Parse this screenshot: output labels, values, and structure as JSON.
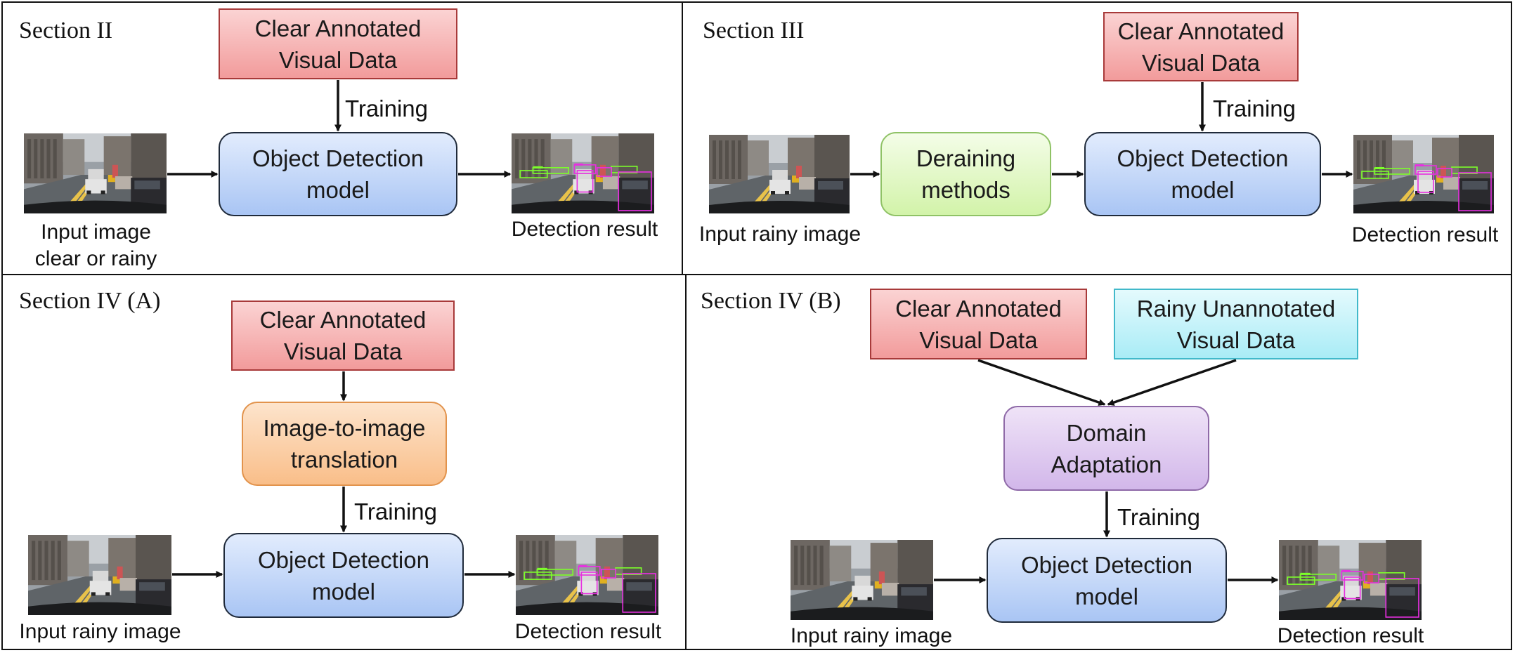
{
  "sections": {
    "s2": {
      "label": "Section II",
      "clear_data": "Clear Annotated\nVisual Data",
      "training": "Training",
      "detector": "Object Detection\nmodel",
      "input_caption": "Input image\nclear or rainy",
      "output_caption": "Detection result"
    },
    "s3": {
      "label": "Section III",
      "clear_data": "Clear Annotated\nVisual Data",
      "training": "Training",
      "deraining": "Deraining\nmethods",
      "detector": "Object Detection\nmodel",
      "input_caption": "Input rainy image",
      "output_caption": "Detection result"
    },
    "s4a": {
      "label": "Section IV (A)",
      "clear_data": "Clear Annotated\nVisual Data",
      "translation": "Image-to-image\ntranslation",
      "training": "Training",
      "detector": "Object Detection\nmodel",
      "input_caption": "Input rainy image",
      "output_caption": "Detection result"
    },
    "s4b": {
      "label": "Section IV (B)",
      "clear_data": "Clear Annotated\nVisual Data",
      "rainy_data": "Rainy Unannotated\nVisual Data",
      "adaptation": "Domain\nAdaptation",
      "training": "Training",
      "detector": "Object Detection\nmodel",
      "input_caption": "Input rainy image",
      "output_caption": "Detection result"
    }
  },
  "colors": {
    "clear_data": "#f29b9b",
    "rainy_data": "#a9ecf6",
    "detector": "#a9c5f4",
    "deraining": "#d2f3a9",
    "translation": "#f9be89",
    "adaptation": "#d2b7ea",
    "detection_box_green": "#7cff2a",
    "detection_box_magenta": "#e72fe0"
  }
}
